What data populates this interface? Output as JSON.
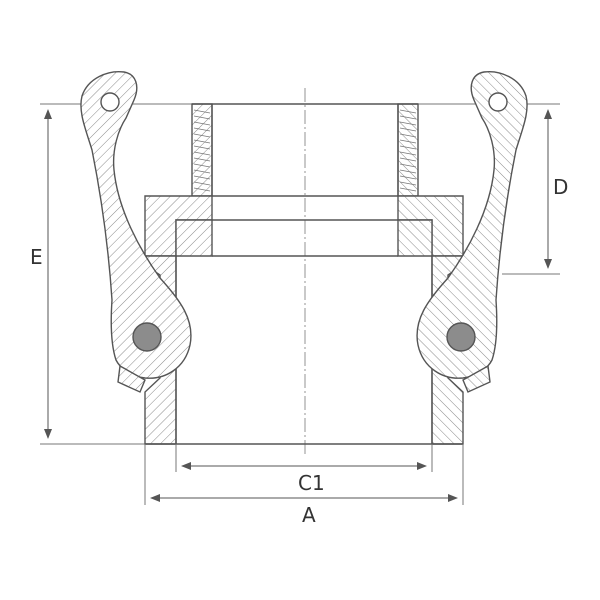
{
  "figure": {
    "dimensions": {
      "a": "A",
      "c1": "C1",
      "d": "D",
      "e": "E"
    },
    "colors": {
      "line": "#555555",
      "hatch": "#8a8a8a",
      "pin": "#8c8c8c",
      "background": "#ffffff"
    }
  }
}
